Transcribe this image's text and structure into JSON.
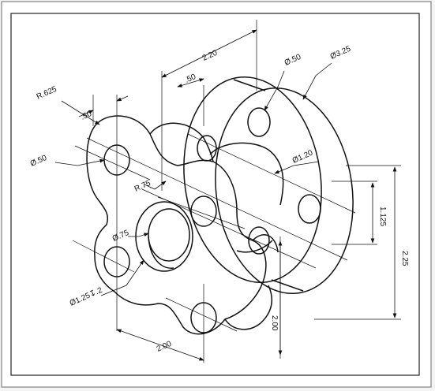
{
  "dimensions": {
    "overall_depth": "2.20",
    "flange_offset": ".50",
    "flange_hole": "Ø.50",
    "flange_diameter": "Ø3.25",
    "corner_radius": "R.625",
    "lobe_offset": ".50",
    "lobe_hole": "Ø.50",
    "hub_diameter": "Ø1.20",
    "inner_radius": "R.75",
    "bore": "Ø.75",
    "counterbore": "Ø1.25↧.2",
    "lobe_span": "2.00",
    "vertical_span": "2.00",
    "bolt_circle_radius": "1.125",
    "flange_height": "2.25"
  },
  "colors": {
    "ink": "#111111",
    "sheet": "#ffffff",
    "frame": "#222222",
    "background": "#f4f4f4"
  }
}
